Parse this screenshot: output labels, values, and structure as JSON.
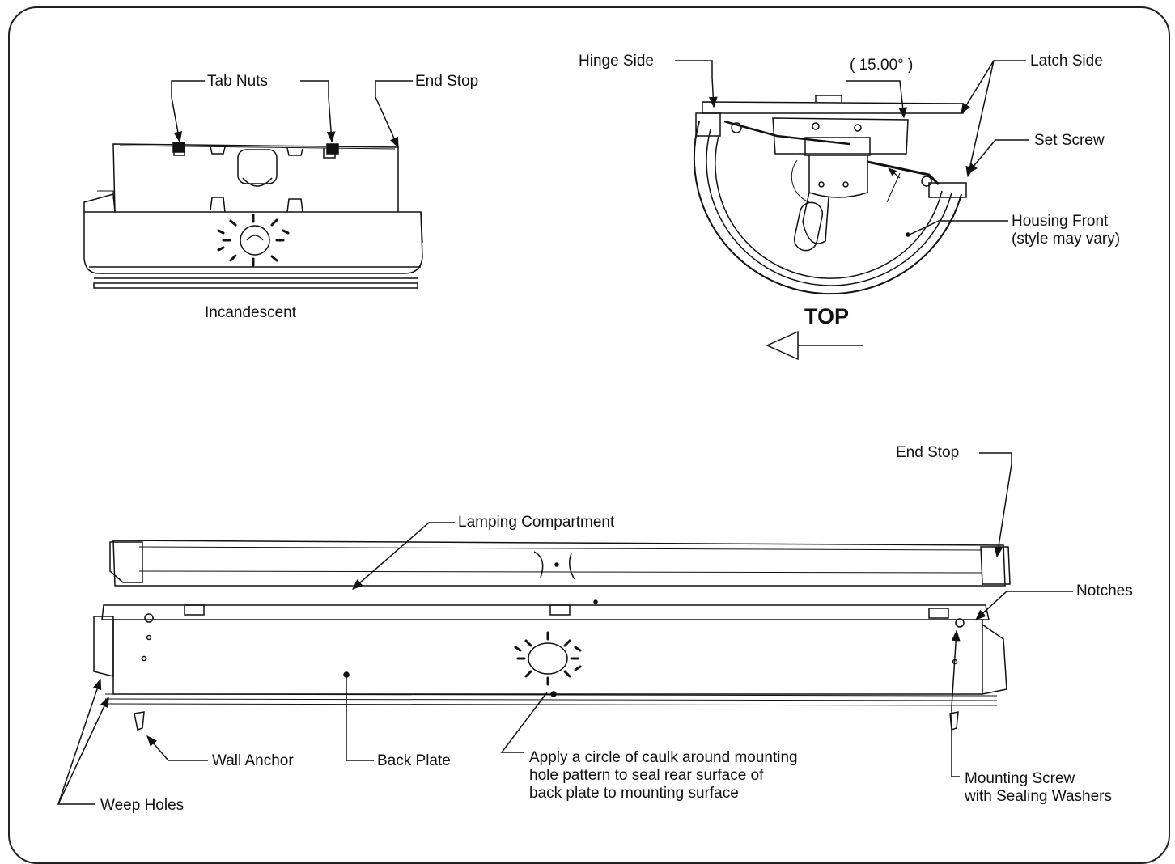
{
  "labels": {
    "tab_nuts": "Tab Nuts",
    "end_stop_top": "End Stop",
    "incandescent": "Incandescent",
    "hinge_side": "Hinge Side",
    "angle": "( 15.00° )",
    "latch_side": "Latch Side",
    "set_screw": "Set Screw",
    "housing_front_line1": "Housing Front",
    "housing_front_line2": "(style may vary)",
    "top": "TOP",
    "end_stop_bottom": "End Stop",
    "lamping_compartment": "Lamping Compartment",
    "notches": "Notches",
    "wall_anchor": "Wall Anchor",
    "back_plate": "Back Plate",
    "caulk_line1": "Apply a circle of caulk around mounting",
    "caulk_line2": "hole pattern to seal rear surface of",
    "caulk_line3": "back plate to mounting surface",
    "weep_holes": "Weep Holes",
    "mounting_screw_line1": "Mounting Screw",
    "mounting_screw_line2": "with Sealing Washers"
  },
  "colors": {
    "line": "#111111",
    "background": "#ffffff"
  }
}
